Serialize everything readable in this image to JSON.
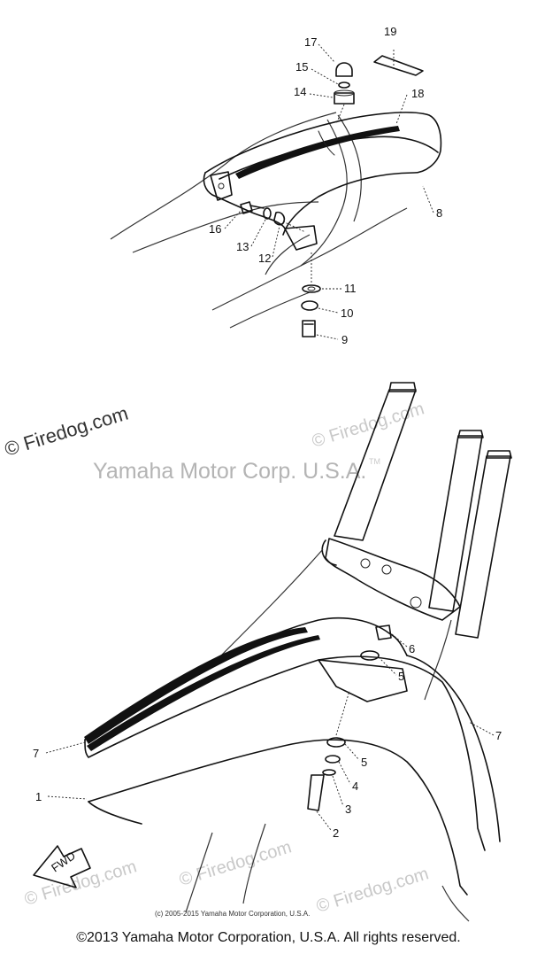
{
  "watermarks": {
    "firedog_left": "© Firedog.com",
    "firedog_right_top": "© Firedog.com",
    "firedog_bottom_left": "© Firedog.com",
    "firedog_bottom_mid": "© Firedog.com",
    "firedog_bottom_right": "© Firedog.com",
    "yamaha_main": "Yamaha Motor Corp. U.S.A.",
    "trademark": "TM"
  },
  "labels": {
    "fwd": "FWD",
    "small_copyright": "(c) 2005-2015 Yamaha Motor Corporation, U.S.A.",
    "footer": "©2013 Yamaha Motor Corporation, U.S.A. All rights reserved."
  },
  "callouts": [
    "1",
    "2",
    "3",
    "4",
    "5",
    "5",
    "6",
    "7",
    "7",
    "8",
    "9",
    "10",
    "11",
    "12",
    "13",
    "14",
    "15",
    "16",
    "17",
    "18",
    "19"
  ]
}
